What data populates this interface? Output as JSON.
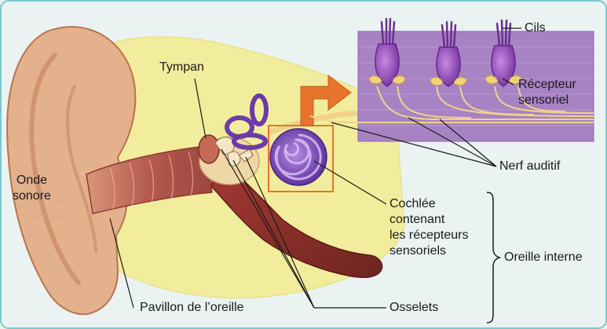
{
  "colors": {
    "background": "#eaf3f1",
    "frame": "#7fc8cc",
    "skin": "#e3b18c",
    "skin_dark": "#b9734f",
    "tissue_yellow": "#f2ed9c",
    "canal": "#b45a4e",
    "tube": "#8a2d28",
    "cochlea": "#7a48b4",
    "inset_bg": "#a883c4",
    "hair_cell": "#8e44b8",
    "receptor": "#f0d27a",
    "nerve": "#f1d28a",
    "accent_orange": "#e8732b",
    "leader_line": "#1a1a1a"
  },
  "labels": {
    "tympan": "Tympan",
    "onde_sonore": "Onde\nsonore",
    "pavillon": "Pavillon de l’oreille",
    "cils": "Cils",
    "recepteur": "Récepteur\nsensoriel",
    "nerf_auditif": "Nerf auditif",
    "cochlee": "Cochlée\ncontenant\nles récepteurs\nsensoriels",
    "oreille_interne": "Oreille interne",
    "osselets": "Osselets"
  },
  "icons": [
    "orange-arrow-icon",
    "curly-brace-icon"
  ]
}
